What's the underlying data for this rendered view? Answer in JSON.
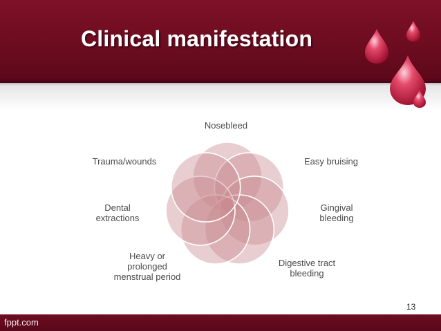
{
  "slide": {
    "title": "Clinical manifestation",
    "page_number": "13",
    "brand": "fppt.com"
  },
  "diagram": {
    "center_label": "",
    "nodes": [
      {
        "label": "Nosebleed"
      },
      {
        "label": "Easy bruising"
      },
      {
        "label": "Gingival\nbleeding"
      },
      {
        "label": "Digestive tract\nbleeding"
      },
      {
        "label": "Heavy or\nprolonged\nmenstrual period"
      },
      {
        "label": "Dental\nextractions"
      },
      {
        "label": "Trauma/wounds"
      }
    ]
  },
  "colors": {
    "header": "#6d0c20",
    "petal_fill": "#c98a8f",
    "petal_stroke": "#ffffff",
    "drop": "#c21f43",
    "label_text": "#4a4a4a"
  }
}
